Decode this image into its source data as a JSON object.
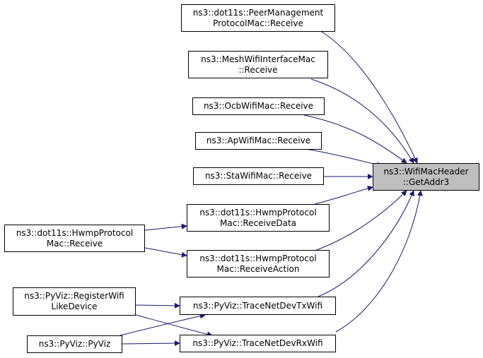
{
  "colors": {
    "edge": "#191970",
    "root_fill": "#bfbfbf",
    "node_fill": "#ffffff",
    "border": "#000000"
  },
  "nodes": {
    "root": {
      "line1": "ns3::WifiMacHeader",
      "line2": "::GetAddr3"
    },
    "peer_management": {
      "line1": "ns3::dot11s::PeerManagement",
      "line2": "ProtocolMac::Receive"
    },
    "mesh_wifi": {
      "line1": "ns3::MeshWifiInterfaceMac",
      "line2": "::Receive"
    },
    "ocb": {
      "line1": "ns3::OcbWifiMac::Receive"
    },
    "ap": {
      "line1": "ns3::ApWifiMac::Receive"
    },
    "sta": {
      "line1": "ns3::StaWifiMac::Receive"
    },
    "hwmp_receive_data": {
      "line1": "ns3::dot11s::HwmpProtocol",
      "line2": "Mac::ReceiveData"
    },
    "hwmp_receive_action": {
      "line1": "ns3::dot11s::HwmpProtocol",
      "line2": "Mac::ReceiveAction"
    },
    "hwmp_receive": {
      "line1": "ns3::dot11s::HwmpProtocol",
      "line2": "Mac::Receive"
    },
    "trace_tx": {
      "line1": "ns3::PyViz::TraceNetDevTxWifi"
    },
    "trace_rx": {
      "line1": "ns3::PyViz::TraceNetDevRxWifi"
    },
    "register_wifi": {
      "line1": "ns3::PyViz::RegisterWifi",
      "line2": "LikeDevice"
    },
    "pyviz": {
      "line1": "ns3::PyViz::PyViz"
    }
  }
}
